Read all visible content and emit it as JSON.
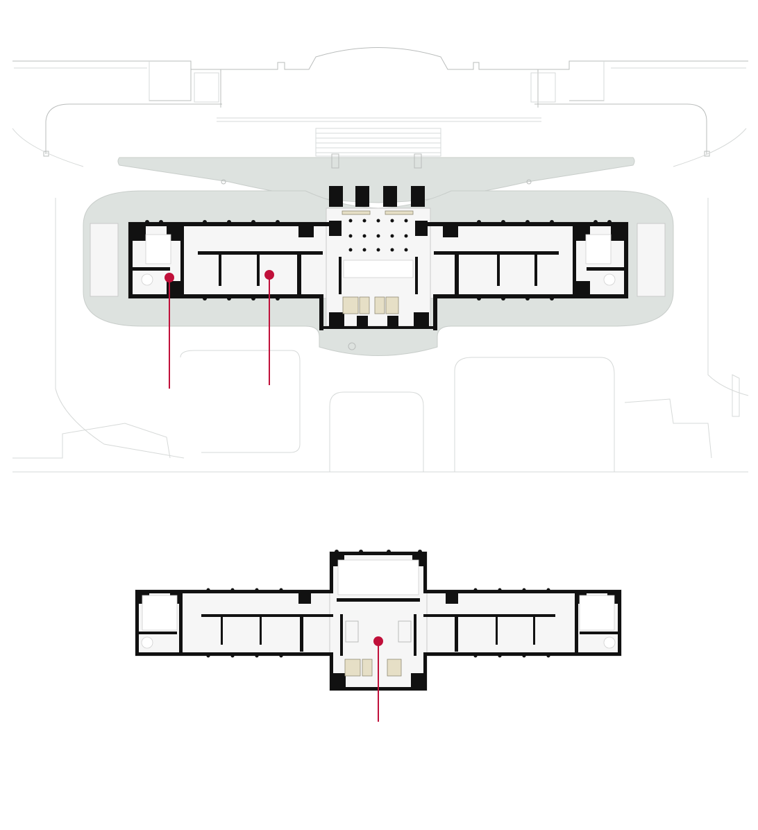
{
  "colors": {
    "background": "#ffffff",
    "walls": "#111111",
    "platform": "#dde2df",
    "site_lines": "#d6d9d8",
    "service_rooms": "#e6dfc6",
    "marker": "#c0103a"
  },
  "plans": [
    {
      "id": "upper",
      "markers": 2,
      "has_site_context": true
    },
    {
      "id": "lower",
      "markers": 1,
      "has_site_context": false
    }
  ]
}
